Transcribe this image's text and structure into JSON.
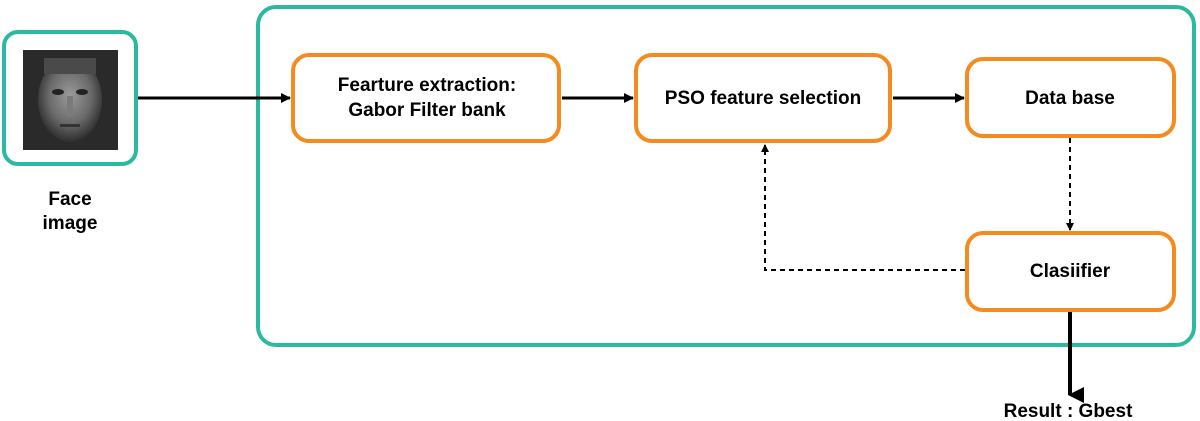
{
  "colors": {
    "container_border": "#2cb9a2",
    "node_border": "#f58a1f",
    "arrow": "#000000"
  },
  "input": {
    "caption_line1": "Face",
    "caption_line2": "image",
    "thumbnail": "face-photo"
  },
  "nodes": {
    "feature_extraction": {
      "line1": "Fearture extraction:",
      "line2": "Gabor Filter bank"
    },
    "pso": {
      "label": "PSO feature selection"
    },
    "database": {
      "label": "Data base"
    },
    "classifier": {
      "label": "Clasiifier"
    }
  },
  "output": {
    "label": "Result : Gbest"
  }
}
